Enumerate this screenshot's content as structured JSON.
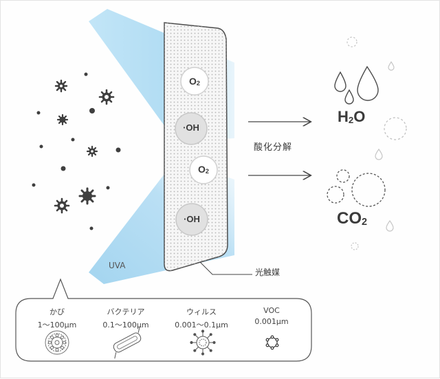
{
  "diagram": {
    "uva_label": "UVA",
    "catalyst_label": "光触媒",
    "process_label": "酸化分解",
    "molecules": {
      "o2_top": {
        "main": "O",
        "sub": "2"
      },
      "oh_top": "·OH",
      "o2_bottom": {
        "main": "O",
        "sub": "2"
      },
      "oh_bottom": "·OH"
    },
    "products": {
      "h2o": {
        "pre": "H",
        "sub": "2",
        "post": "O"
      },
      "co2": {
        "pre": "CO",
        "sub": "2"
      }
    },
    "pollutants": [
      {
        "name": "かび",
        "size": "1〜100μm",
        "icon": "mold-spore-icon"
      },
      {
        "name": "バクテリア",
        "size": "0.1〜100μm",
        "icon": "bacteria-icon"
      },
      {
        "name": "ウィルス",
        "size": "0.001〜0.1μm",
        "icon": "virus-icon"
      },
      {
        "name": "VOC",
        "size": "0.001μm",
        "icon": "voc-molecule-icon"
      }
    ],
    "colors": {
      "uva_light": "#a9d9f2",
      "particle": "#3f3f3f",
      "catalyst_fill": "#f7f7f7",
      "arrow": "#444444"
    }
  }
}
